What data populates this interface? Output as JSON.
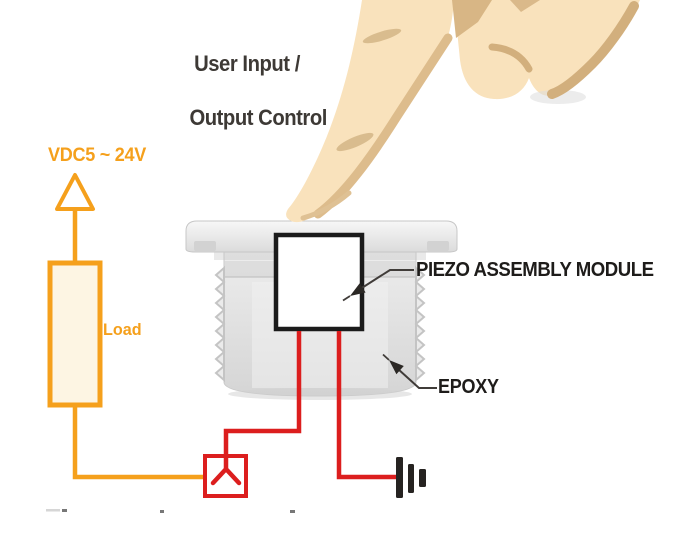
{
  "diagram": {
    "heading": {
      "line1": "User Input /",
      "line2": "Output Control"
    },
    "supply_label": "VDC5 ~ 24V",
    "load_label": "Load",
    "callouts": [
      {
        "label": "PIEZO ASSEMBLY MODULE"
      },
      {
        "label": "EPOXY"
      }
    ],
    "colors": {
      "circuit_orange": "#F5A01C",
      "circuit_red": "#DC1E1E",
      "heading_text": "#3D3935",
      "callout_text": "#1E1C1A",
      "skin": "#F9E2BC",
      "skin_shadow": "#D8B685",
      "housing_light": "#F2F2F2",
      "housing_dark": "#D6D6D6",
      "load_fill": "#FDF5E3",
      "ground_black": "#262321"
    },
    "icons": {
      "voltage_arrow": "up-arrow-icon",
      "ground": "earth-ground-icon",
      "output_device": "output-device-icon",
      "pointing_hand": "pointing-finger-illustration"
    }
  }
}
